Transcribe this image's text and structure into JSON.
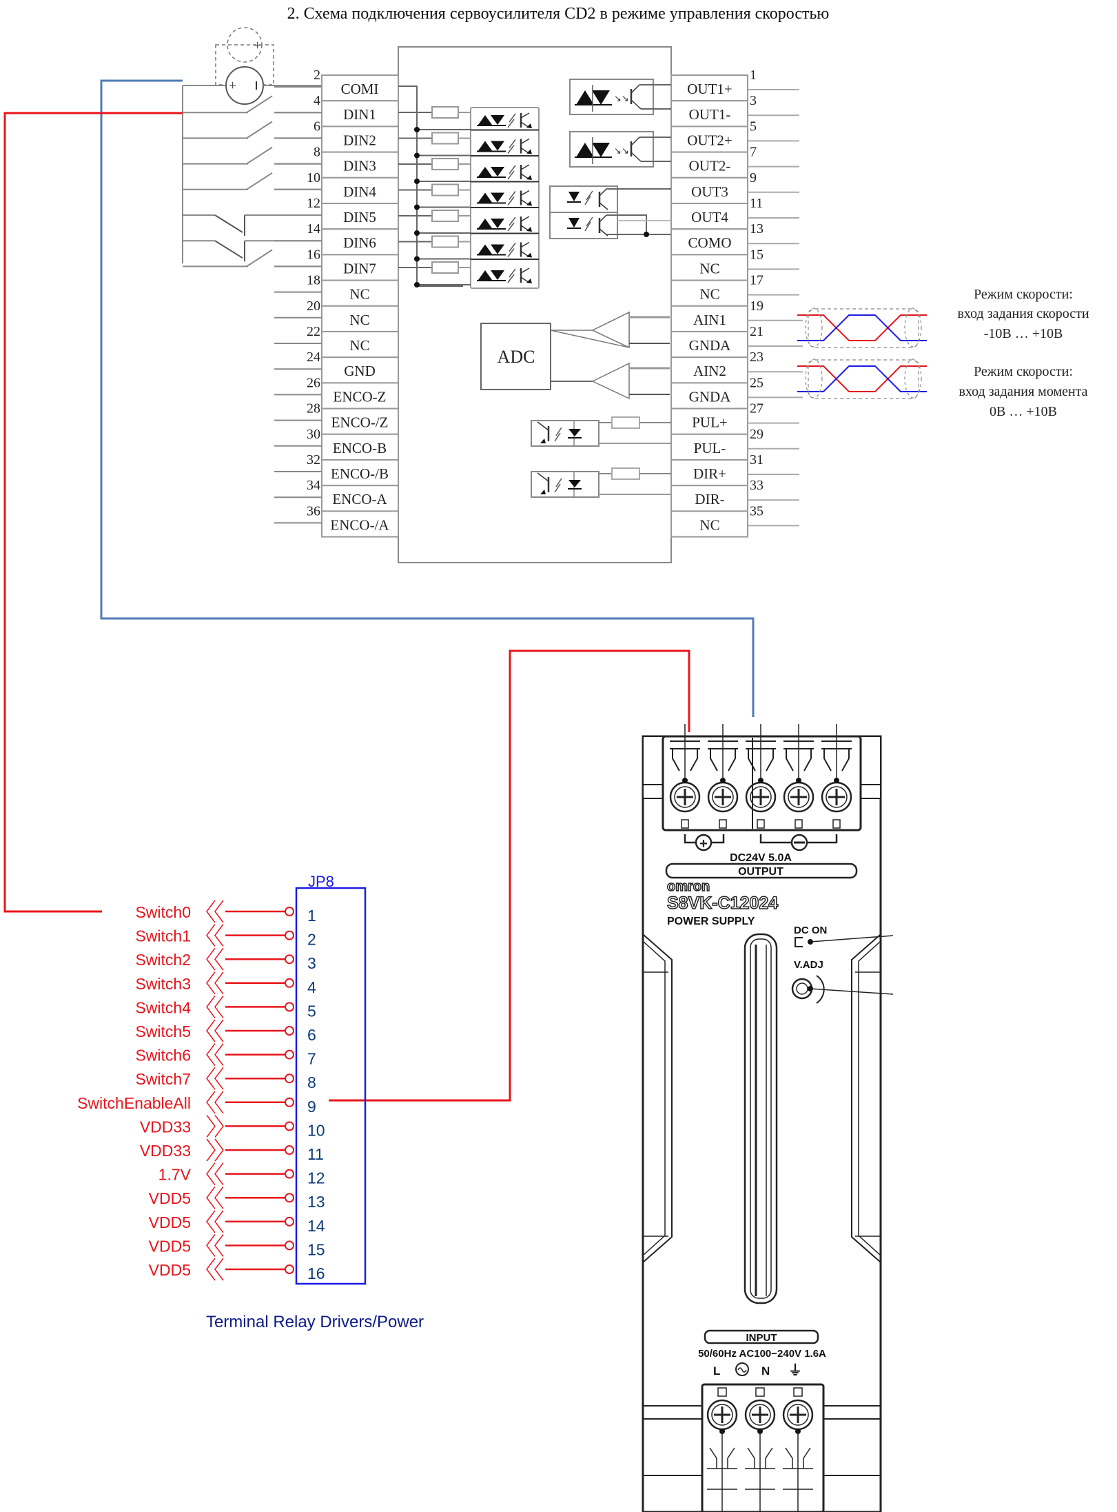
{
  "title": "2. Схема подключения сервоусилителя CD2 в режиме управления скоростью",
  "servo": {
    "left_pins": [
      {
        "num": "2",
        "label": "COMI"
      },
      {
        "num": "4",
        "label": "DIN1"
      },
      {
        "num": "6",
        "label": "DIN2"
      },
      {
        "num": "8",
        "label": "DIN3"
      },
      {
        "num": "10",
        "label": "DIN4"
      },
      {
        "num": "12",
        "label": "DIN5"
      },
      {
        "num": "14",
        "label": "DIN6"
      },
      {
        "num": "16",
        "label": "DIN7"
      },
      {
        "num": "18",
        "label": "NC"
      },
      {
        "num": "20",
        "label": "NC"
      },
      {
        "num": "22",
        "label": "NC"
      },
      {
        "num": "24",
        "label": "GND"
      },
      {
        "num": "26",
        "label": "ENCO-Z"
      },
      {
        "num": "28",
        "label": "ENCO-/Z"
      },
      {
        "num": "30",
        "label": "ENCO-B"
      },
      {
        "num": "32",
        "label": "ENCO-/B"
      },
      {
        "num": "34",
        "label": "ENCO-A"
      },
      {
        "num": "36",
        "label": "ENCO-/A"
      }
    ],
    "right_pins": [
      {
        "num": "1",
        "label": "OUT1+"
      },
      {
        "num": "3",
        "label": "OUT1-"
      },
      {
        "num": "5",
        "label": "OUT2+"
      },
      {
        "num": "7",
        "label": "OUT2-"
      },
      {
        "num": "9",
        "label": "OUT3"
      },
      {
        "num": "11",
        "label": "OUT4"
      },
      {
        "num": "13",
        "label": "COMO"
      },
      {
        "num": "15",
        "label": "NC"
      },
      {
        "num": "17",
        "label": "NC"
      },
      {
        "num": "19",
        "label": "AIN1"
      },
      {
        "num": "21",
        "label": "GNDA"
      },
      {
        "num": "23",
        "label": "AIN2"
      },
      {
        "num": "25",
        "label": "GNDA"
      },
      {
        "num": "27",
        "label": "PUL+"
      },
      {
        "num": "29",
        "label": "PUL-"
      },
      {
        "num": "31",
        "label": "DIR+"
      },
      {
        "num": "33",
        "label": "DIR-"
      },
      {
        "num": "35",
        "label": "NC"
      }
    ],
    "adc_label": "ADC",
    "supply_symbols": {
      "plus": "+",
      "minus": "-"
    }
  },
  "annotations": {
    "speed": {
      "line1": "Режим скорости:",
      "line2": "вход задания скорости",
      "line3": "-10В … +10В"
    },
    "torque": {
      "line1": "Режим скорости:",
      "line2": "вход задания момента",
      "line3": "0В … +10В"
    }
  },
  "jp8": {
    "title": "JP8",
    "caption": "Terminal Relay Drivers/Power",
    "pins": [
      {
        "num": "1",
        "net": "Switch0",
        "dir": "in"
      },
      {
        "num": "2",
        "net": "Switch1",
        "dir": "in"
      },
      {
        "num": "3",
        "net": "Switch2",
        "dir": "in"
      },
      {
        "num": "4",
        "net": "Switch3",
        "dir": "in"
      },
      {
        "num": "5",
        "net": "Switch4",
        "dir": "in"
      },
      {
        "num": "6",
        "net": "Switch5",
        "dir": "in"
      },
      {
        "num": "7",
        "net": "Switch6",
        "dir": "in"
      },
      {
        "num": "8",
        "net": "Switch7",
        "dir": "in"
      },
      {
        "num": "9",
        "net": "SwitchEnableAll",
        "dir": "in"
      },
      {
        "num": "10",
        "net": "VDD33",
        "dir": "out"
      },
      {
        "num": "11",
        "net": "VDD33",
        "dir": "out"
      },
      {
        "num": "12",
        "net": "1.7V",
        "dir": "in"
      },
      {
        "num": "13",
        "net": "VDD5",
        "dir": "in"
      },
      {
        "num": "14",
        "net": "VDD5",
        "dir": "in"
      },
      {
        "num": "15",
        "net": "VDD5",
        "dir": "in"
      },
      {
        "num": "16",
        "net": "VDD5",
        "dir": "in"
      }
    ]
  },
  "psu": {
    "brand": "omron",
    "model": "S8VK-C12024",
    "type": "POWER SUPPLY",
    "output_rating": "DC24V 5.0A",
    "output_label": "OUTPUT",
    "plus_symbol": "+",
    "minus_symbol": "−",
    "dc_on": "DC ON",
    "v_adj": "V.ADJ",
    "input_label": "INPUT",
    "input_rating": "50/60Hz AC100−240V 1.6A",
    "l_label": "L",
    "n_label": "N",
    "ground_symbol": "⏚"
  },
  "colors": {
    "red_wire": "#e8141b",
    "blue_wire": "#4f7bb5",
    "jp8_blue": "#1a1ae6",
    "jp8_text": "#0b3a7a",
    "net_red": "#e8141b"
  }
}
